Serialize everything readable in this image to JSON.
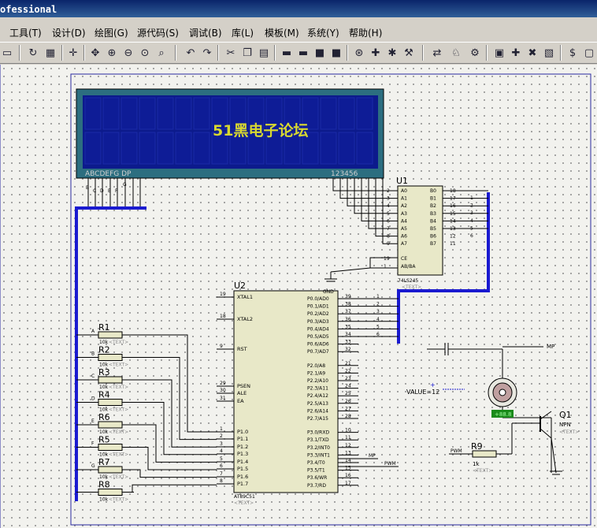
{
  "window": {
    "title": "ofessional"
  },
  "menu": [
    {
      "id": "tools",
      "label": "工具(T)"
    },
    {
      "id": "design",
      "label": "设计(D)"
    },
    {
      "id": "graph",
      "label": "绘图(G)"
    },
    {
      "id": "source",
      "label": "源代码(S)"
    },
    {
      "id": "debug",
      "label": "调试(B)"
    },
    {
      "id": "library",
      "label": "库(L)"
    },
    {
      "id": "template",
      "label": "模板(M)"
    },
    {
      "id": "system",
      "label": "系统(Y)"
    },
    {
      "id": "help",
      "label": "帮助(H)"
    }
  ],
  "toolbar_icons": [
    "page-icon",
    "refresh-icon",
    "grid-icon",
    "origin-icon",
    "pan-icon",
    "zoom-in-icon",
    "zoom-out-icon",
    "zoom-all-icon",
    "zoom-area-icon",
    "undo-icon",
    "redo-icon",
    "cut-icon",
    "copy-icon",
    "paste-icon",
    "block-copy-icon",
    "block-move-icon",
    "block-rotate-icon",
    "block-delete-icon",
    "pick-device-icon",
    "make-device-icon",
    "package-icon",
    "decompose-icon",
    "wire-autoroute-icon",
    "search-icon",
    "property-icon",
    "new-sheet-icon",
    "delete-sheet-icon",
    "netlist-icon",
    "bom-icon",
    "erc-icon"
  ],
  "lcd": {
    "text": "51黑电子论坛",
    "seg_left": "ABCDEFG DP",
    "seg_right": "123456",
    "pins": [
      "B",
      "C",
      "D",
      "E",
      "F",
      "G"
    ]
  },
  "u1": {
    "ref": "U1",
    "part": "74LS245",
    "text": "<TEXT>",
    "left_pins": [
      {
        "n": "2",
        "l": "A0"
      },
      {
        "n": "3",
        "l": "A1"
      },
      {
        "n": "4",
        "l": "A2"
      },
      {
        "n": "5",
        "l": "A3"
      },
      {
        "n": "6",
        "l": "A4"
      },
      {
        "n": "7",
        "l": "A5"
      },
      {
        "n": "8",
        "l": "A6"
      },
      {
        "n": "9",
        "l": "A7"
      }
    ],
    "right_pins": [
      {
        "n": "18",
        "l": "B0"
      },
      {
        "n": "17",
        "l": "B1"
      },
      {
        "n": "16",
        "l": "B2"
      },
      {
        "n": "15",
        "l": "B3"
      },
      {
        "n": "14",
        "l": "B4"
      },
      {
        "n": "13",
        "l": "B5"
      },
      {
        "n": "12",
        "l": "B6"
      },
      {
        "n": "11",
        "l": "B7"
      }
    ],
    "ctrl_pins": [
      {
        "n": "19",
        "l": "CE"
      },
      {
        "n": "1",
        "l": "AB/BA"
      }
    ],
    "wire_labels": [
      "1",
      "2",
      "3",
      "4",
      "5",
      "6"
    ]
  },
  "u2": {
    "ref": "U2",
    "part": "AT89C51",
    "text": "<TEXT>",
    "left_pins": [
      {
        "n": "19",
        "l": "XTAL1"
      },
      {
        "n": "18",
        "l": "XTAL2"
      },
      {
        "n": "9",
        "l": "RST"
      },
      {
        "n": "29",
        "l": "PSEN"
      },
      {
        "n": "30",
        "l": "ALE"
      },
      {
        "n": "31",
        "l": "EA"
      },
      {
        "n": "1",
        "l": "P1.0"
      },
      {
        "n": "2",
        "l": "P1.1"
      },
      {
        "n": "3",
        "l": "P1.2"
      },
      {
        "n": "4",
        "l": "P1.3"
      },
      {
        "n": "5",
        "l": "P1.4"
      },
      {
        "n": "6",
        "l": "P1.5"
      },
      {
        "n": "7",
        "l": "P1.6"
      },
      {
        "n": "8",
        "l": "P1.7"
      }
    ],
    "right_pins": [
      {
        "n": "39",
        "l": "P0.0/AD0"
      },
      {
        "n": "38",
        "l": "P0.1/AD1"
      },
      {
        "n": "37",
        "l": "P0.2/AD2"
      },
      {
        "n": "36",
        "l": "P0.3/AD3"
      },
      {
        "n": "35",
        "l": "P0.4/AD4"
      },
      {
        "n": "34",
        "l": "P0.5/AD5"
      },
      {
        "n": "33",
        "l": "P0.6/AD6"
      },
      {
        "n": "32",
        "l": "P0.7/AD7"
      },
      {
        "n": "21",
        "l": "P2.0/A8"
      },
      {
        "n": "22",
        "l": "P2.1/A9"
      },
      {
        "n": "23",
        "l": "P2.2/A10"
      },
      {
        "n": "24",
        "l": "P2.3/A11"
      },
      {
        "n": "25",
        "l": "P2.4/A12"
      },
      {
        "n": "26",
        "l": "P2.5/A13"
      },
      {
        "n": "27",
        "l": "P2.6/A14"
      },
      {
        "n": "28",
        "l": "P2.7/A15"
      },
      {
        "n": "10",
        "l": "P3.0/RXD"
      },
      {
        "n": "11",
        "l": "P3.1/TXD"
      },
      {
        "n": "12",
        "l": "P3.2/INT0"
      },
      {
        "n": "13",
        "l": "P3.3/INT1"
      },
      {
        "n": "14",
        "l": "P3.4/T0"
      },
      {
        "n": "15",
        "l": "P3.5/T1"
      },
      {
        "n": "16",
        "l": "P3.6/WR"
      },
      {
        "n": "17",
        "l": "P3.7/RD"
      }
    ],
    "gnd": "GND",
    "p0_labels": [
      "1",
      "2",
      "3",
      "4",
      "5",
      "6"
    ]
  },
  "resistors": [
    {
      "ref": "R1",
      "val": "10k",
      "text": "<TEXT>",
      "net": "A"
    },
    {
      "ref": "R2",
      "val": "10k",
      "text": "<TEXT>",
      "net": "B"
    },
    {
      "ref": "R3",
      "val": "10k",
      "text": "<TEXT>",
      "net": "C"
    },
    {
      "ref": "R4",
      "val": "10k",
      "text": "<TEXT>",
      "net": "D"
    },
    {
      "ref": "R6",
      "val": "10k",
      "text": "<TEXT>",
      "net": "E"
    },
    {
      "ref": "R5",
      "val": "10k",
      "text": "<TEXT>",
      "net": "F"
    },
    {
      "ref": "R7",
      "val": "10k",
      "text": "<TEXT>",
      "net": "G"
    },
    {
      "ref": "R8",
      "val": "10k",
      "text": "<TEXT>",
      "net": ""
    }
  ],
  "motor": {
    "value": "VALUE=12",
    "mp": "MP",
    "status": "+88.8"
  },
  "transistor": {
    "ref": "Q1",
    "type": "NPN",
    "text": "<TEXT>"
  },
  "r9": {
    "ref": "R9",
    "val": "1k",
    "text": "<TEXT>",
    "net": "PWM"
  },
  "nets": {
    "mp": "MP",
    "pwm": "PWM"
  }
}
